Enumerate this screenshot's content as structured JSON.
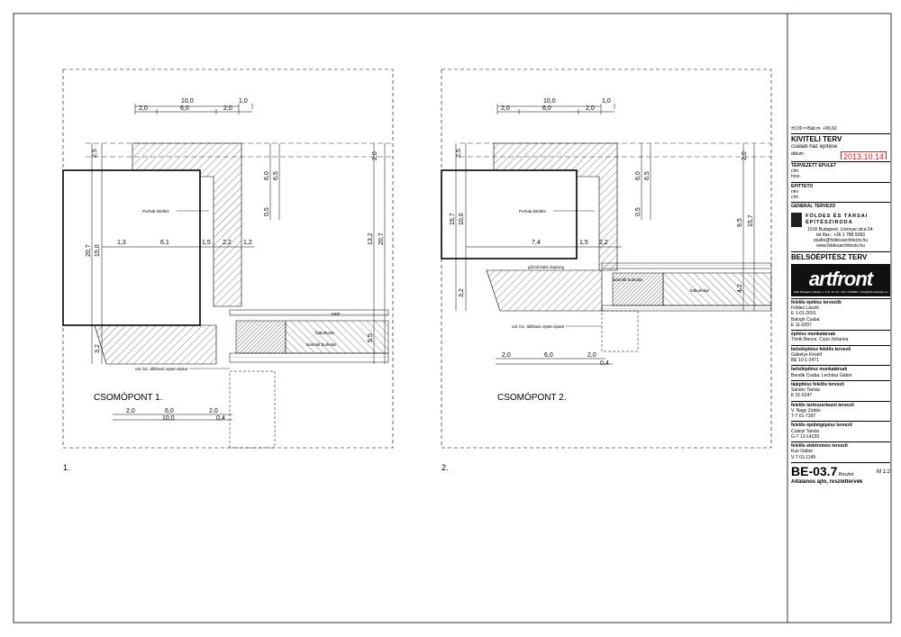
{
  "titleblock": {
    "elevation_note": "±0,00 = Balt.m. +96,60",
    "plan_type": "KIVITELI TERV",
    "project_name": "családi ház építése",
    "date_label": "dátum",
    "date_value": "2013.10.14",
    "building_label": "TERVEZETT ÉPÜLET",
    "address_label": "cím",
    "lot_label": "hrsz.",
    "client_label": "ÉPÍTTETŐ",
    "name_label": "név",
    "address_label2": "cím",
    "general_designer": "GENERÁL TERVEZŐ",
    "firm_name": "FÖLDES ÉS TÁRSAI ÉPÍTÉSZIRODA",
    "firm_address": "1016 Budapest, Lisznyai utca 24.",
    "firm_phone": "tel./fax.: +36 1 788 9383",
    "firm_email": "studio@foldesarchitects.hu",
    "firm_web": "www.foldesarchitects.hu",
    "interior_plan": "BELSŐÉPÍTÉSZ TERV",
    "interior_logo": "artfront",
    "interior_logo_sub": "1092 Budapest, Ráday u. 4. III. 16. tel: +36 1 2190861 / info@artfrontdesign.hu",
    "roles": [
      {
        "title": "felelős építész tervezők",
        "names": [
          "Földes László",
          "É 1-01-2691",
          "Balogh Csaba",
          "É 11-0297"
        ]
      },
      {
        "title": "építész munkatársak",
        "names": [
          "Török Bence, Csúri Johanna"
        ]
      },
      {
        "title": "belsőépítész felelős tervező",
        "names": [
          "Gábelye Kristóf",
          "BÉ 10-1-2471"
        ]
      },
      {
        "title": "belsőépítész munkatársak",
        "names": [
          "Bendik Csaba, Lechász Gábor"
        ]
      },
      {
        "title": "tájépítész felelős tervező",
        "names": [
          "Sándor Tamás",
          "K 01-5247"
        ]
      },
      {
        "title": "felelős tartószerkezet tervező",
        "names": [
          "V. Nagy Zoltán",
          "T-T 01-7397"
        ]
      },
      {
        "title": "felelős épületgépész tervező",
        "names": [
          "Csányi Tamás",
          "G-T 13-14239"
        ]
      },
      {
        "title": "felelős elektromos tervező",
        "names": [
          "Kun Gábor",
          "V-T 01-1149"
        ]
      }
    ],
    "sheet_code": "BE-03.7",
    "sheet_kind": "Részlet",
    "scale": "M 1:2",
    "sheet_title": "Általános ajtó, reszlettervek"
  },
  "details": [
    {
      "num_label": "1.",
      "caption": "CSOMÓPONT 1.",
      "top_dims": {
        "total": "10,0",
        "right": "1,0",
        "left": "2,0",
        "mid": "6,0",
        "r2": "2,0"
      },
      "bottom_dims": {
        "a": "2,0",
        "b": "6,0",
        "c": "2,0",
        "total": "10,0",
        "d": "0,4"
      },
      "left_dims": [
        "2,5",
        "20,7",
        "15,0",
        "3,2"
      ],
      "right_dims": [
        "2,0",
        "6,0",
        "6,5",
        "0,5",
        "13,2",
        "20,7",
        "5,5"
      ],
      "horiz_dims": [
        "1,3",
        "6,1",
        "1,5",
        "2,2",
        "1,2"
      ],
      "labels": [
        "Purhab kitöltés",
        "falburkolat",
        "MDF",
        "laminált burkolat",
        "vál. fsz. állítható rejtett elpánt"
      ]
    },
    {
      "num_label": "2.",
      "caption": "CSOMÓPONT 2.",
      "top_dims": {
        "total": "10,0",
        "right": "1,0",
        "left": "2,0",
        "mid": "6,0",
        "r2": "2,0"
      },
      "bottom_dims": {
        "a": "2,0",
        "b": "6,0",
        "c": "2,0",
        "d": "0,4"
      },
      "left_dims": [
        "2,5",
        "15,7",
        "10,0",
        "3,2"
      ],
      "right_dims": [
        "2,0",
        "6,0",
        "6,5",
        "0,5",
        "9,5",
        "15,7",
        "4,2"
      ],
      "horiz_dims": [
        "7,4",
        "1,5",
        "2,2"
      ],
      "labels": [
        "Purhab kitöltés",
        "gőzölt bükk duplung",
        "laminált burkolat",
        "falburkolat",
        "vál. fsz. állítható rejtett elpánt"
      ]
    }
  ]
}
